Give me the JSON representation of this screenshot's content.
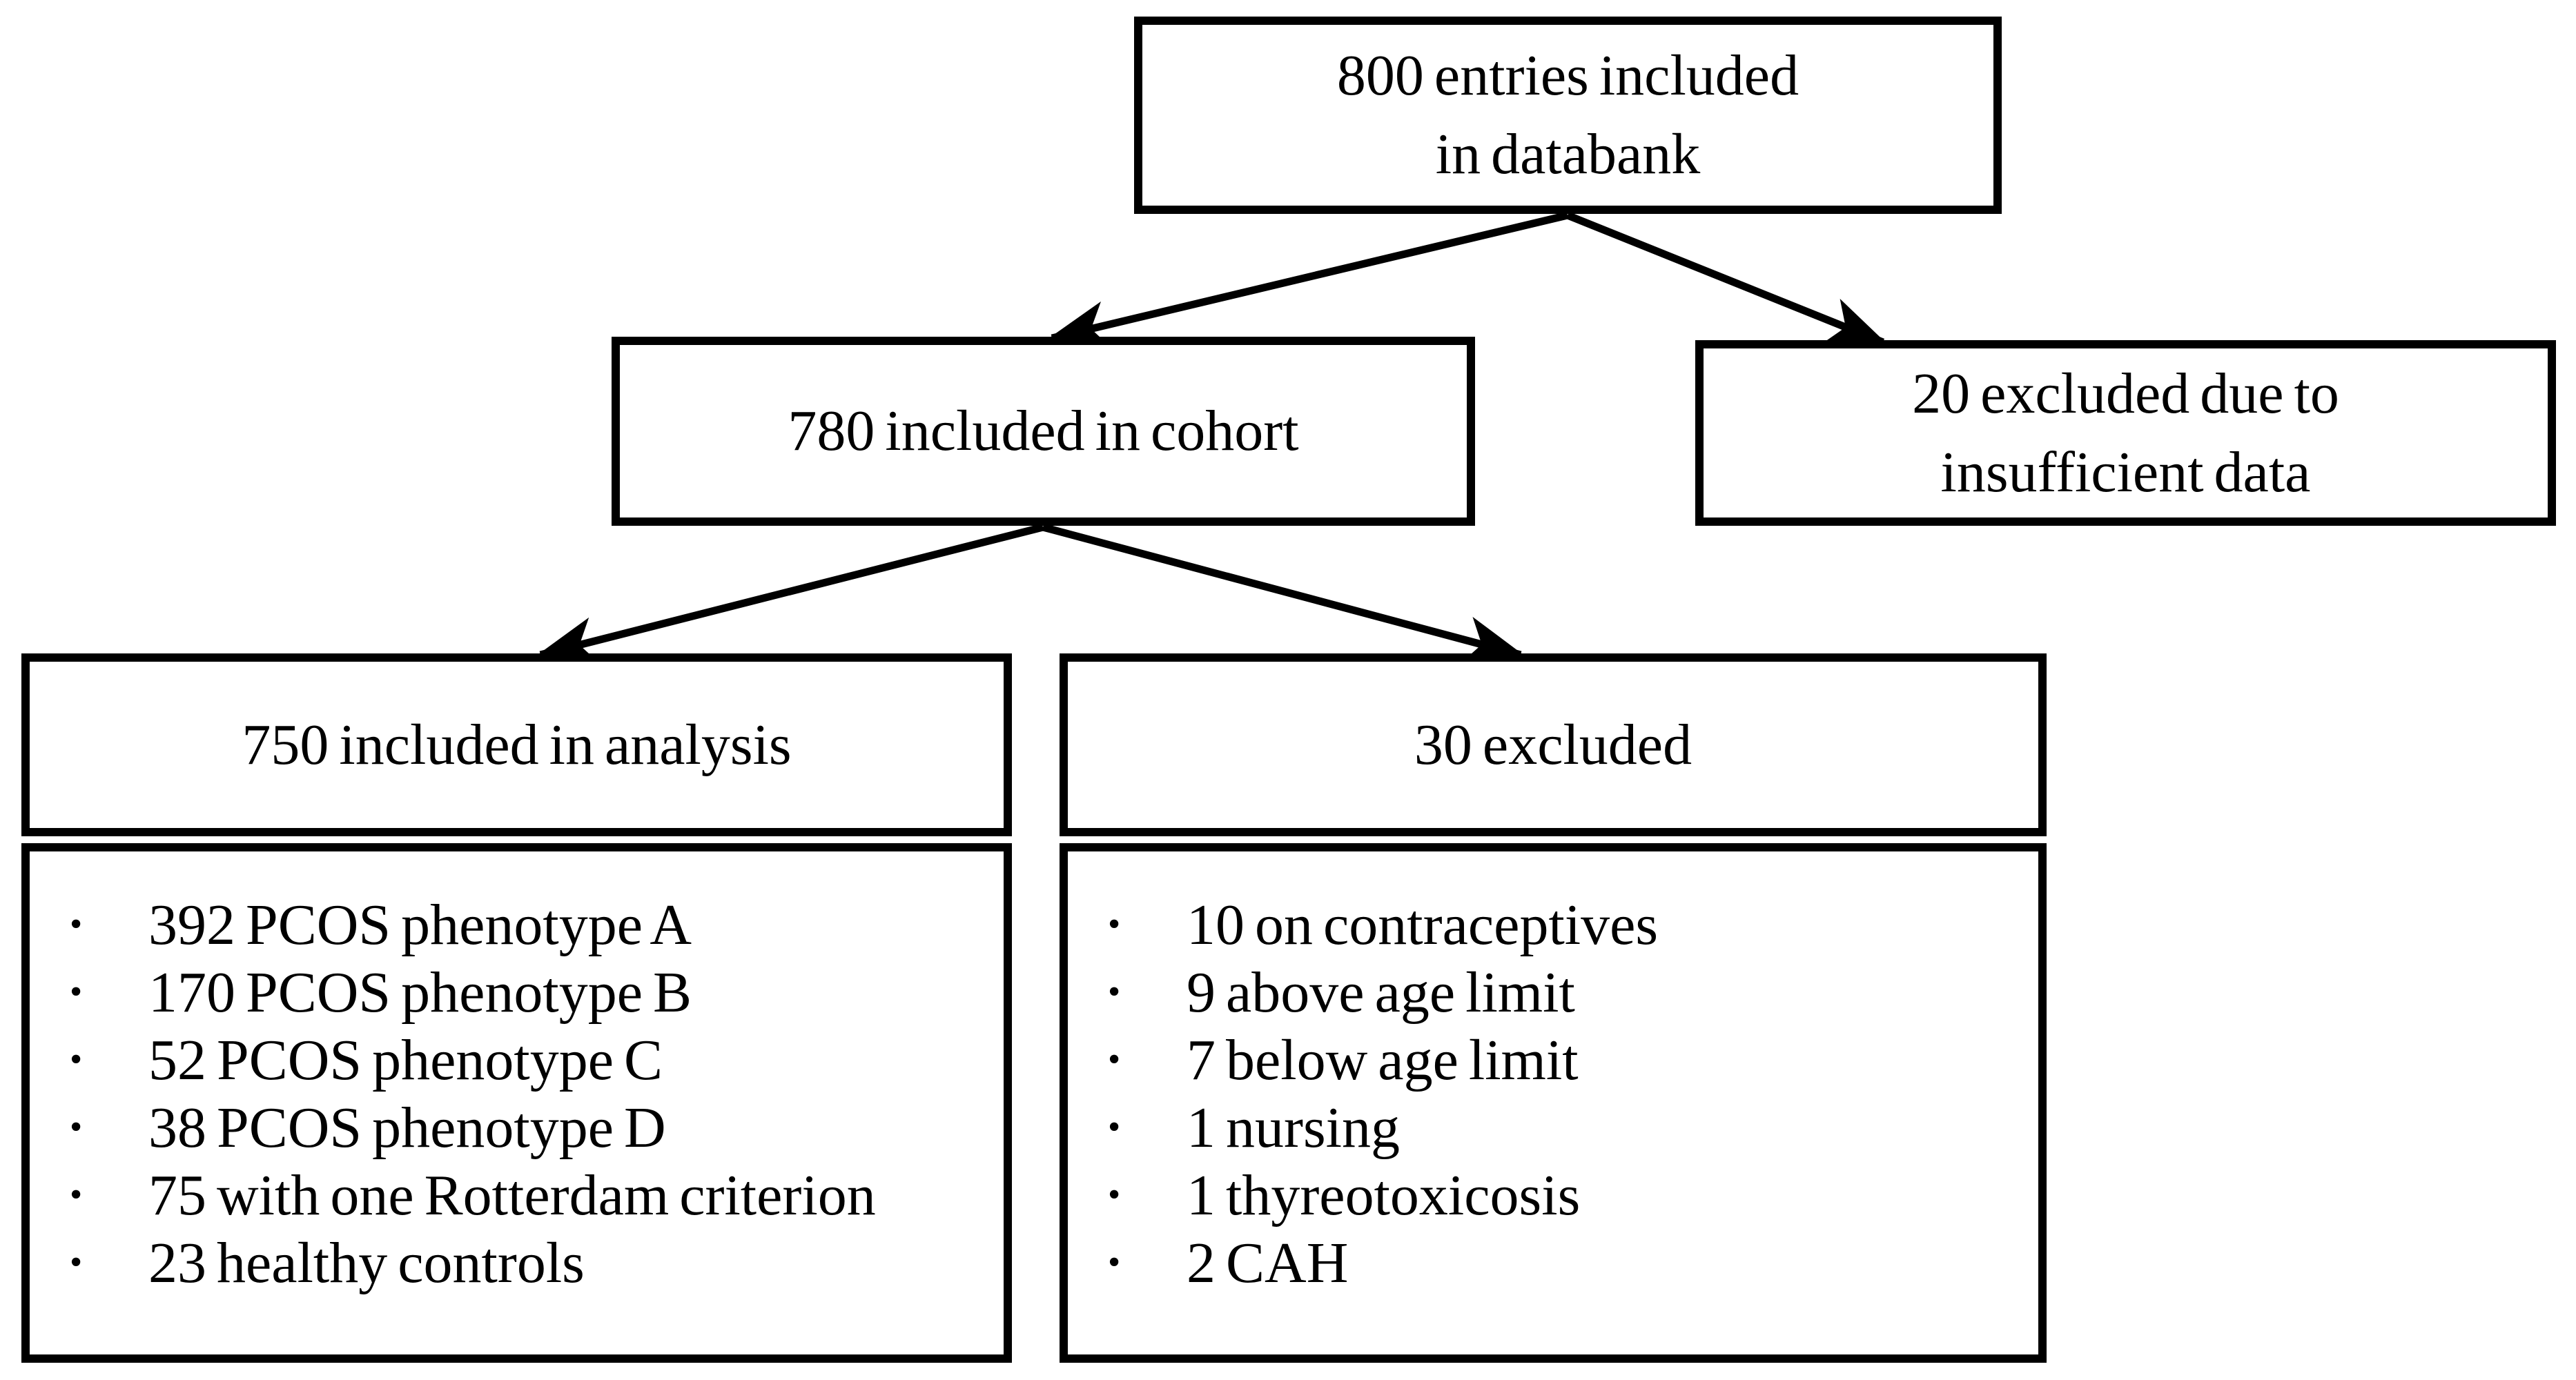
{
  "icons": {
    "bullet": "•"
  },
  "colors": {
    "background": "#ffffff",
    "line": "#000000",
    "text": "#000000"
  },
  "nodes": {
    "databank": {
      "line1": "800 entries included",
      "line2": "in databank"
    },
    "cohort": {
      "label": "780 included in cohort"
    },
    "excluded_insufficient": {
      "line1": "20 excluded due to",
      "line2": "insufficient data"
    },
    "analysis": {
      "title": "750 included in analysis",
      "items": [
        "392 PCOS phenotype A",
        "170 PCOS phenotype B",
        "52 PCOS phenotype C",
        "38 PCOS phenotype D",
        "75 with one Rotterdam criterion",
        "23 healthy controls"
      ]
    },
    "excluded30": {
      "title": "30 excluded",
      "items": [
        "10 on contraceptives",
        "9 above age limit",
        "7 below age limit",
        "1 nursing",
        "1 thyreotoxicosis",
        "2 CAH"
      ]
    }
  }
}
